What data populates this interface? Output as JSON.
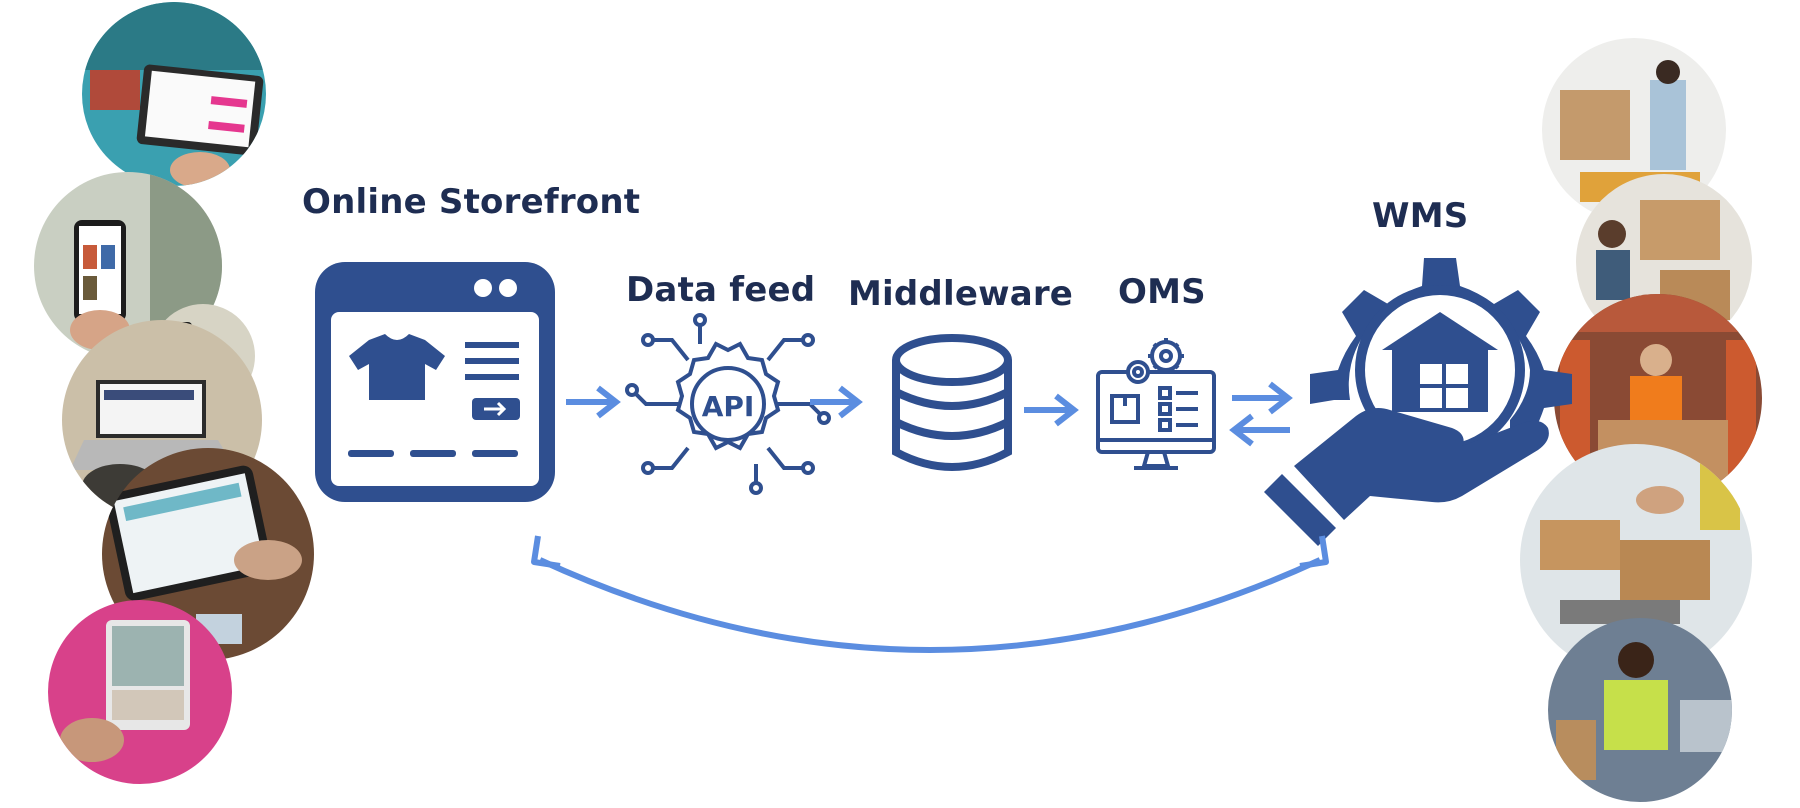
{
  "labels": {
    "storefront": "Online Storefront",
    "data_feed": "Data feed",
    "middleware": "Middleware",
    "oms": "OMS",
    "wms": "WMS",
    "api_badge": "API"
  },
  "colors": {
    "icon": "#2f4f8f",
    "arrow": "#5b8de0",
    "text": "#1e2d52"
  },
  "photos_left": [
    {
      "name": "photo-tablet-shopping"
    },
    {
      "name": "photo-phone-shopping"
    },
    {
      "name": "photo-phone-small"
    },
    {
      "name": "photo-laptop-shopping"
    },
    {
      "name": "photo-tablet-card-payment"
    },
    {
      "name": "photo-tablet-pink"
    }
  ],
  "photos_right": [
    {
      "name": "photo-packing-worker"
    },
    {
      "name": "photo-box-worker"
    },
    {
      "name": "photo-warehouse-vest-worker"
    },
    {
      "name": "photo-boxes-conveyor"
    },
    {
      "name": "photo-warehouse-laptop-worker"
    }
  ]
}
